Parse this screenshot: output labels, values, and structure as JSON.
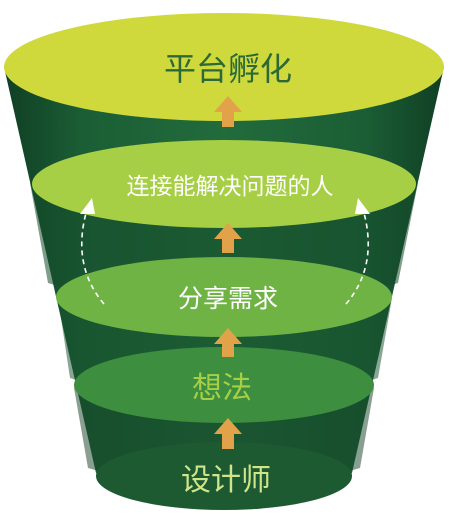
{
  "funnel": {
    "levels": [
      {
        "label": "平台孵化"
      },
      {
        "label": "连接能解决问题的人"
      },
      {
        "label": "分享需求"
      },
      {
        "label": "想法"
      },
      {
        "label": "设计师"
      }
    ]
  },
  "colors": {
    "cone_body": "#1b5e35",
    "cone_shadow": "#13482a",
    "top_ellipse": "#cfd93c",
    "level2_ellipse": "#a7cf46",
    "level3_ellipse": "#6fb344",
    "level4_ellipse": "#3d8e3f",
    "base_ellipse": "#1e5a31",
    "arrow": "#e1a24a",
    "dark_text": "#2b6a36",
    "light_text": "#ffffff",
    "base_text": "#cfe58a"
  }
}
